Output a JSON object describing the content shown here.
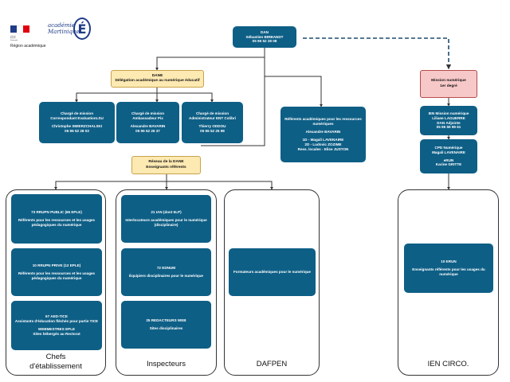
{
  "logo": {
    "gov_lines": [
      "Liberté",
      "Égalité",
      "Fraternité"
    ],
    "academie_line1": "académie",
    "academie_line2": "Martinique",
    "region": "Région académique",
    "colors": {
      "blue": "#1f3c88",
      "red": "#e1000f"
    }
  },
  "top": {
    "title": "DAN",
    "name": "Sébastien BIRBANDT",
    "phone": "05 96 52 28 08"
  },
  "dane": {
    "title": "DANE",
    "subtitle": "Délégation académique au numérique éducatif"
  },
  "mission": {
    "title": "Mission numérique",
    "subtitle": "1er degré"
  },
  "charges": [
    {
      "title": "Chargé de mission",
      "role": "Correspondant EvaluationLSU",
      "name": "Christophe SMIERZCHALSKI",
      "phone": "05 96 52 28 03"
    },
    {
      "title": "Chargé de mission",
      "role": "Ambassadeur Pix",
      "name": "Alexandre BAVARIN",
      "phone": "05 96 52 26 37"
    },
    {
      "title": "Chargé de mission",
      "role": "Administrateur ENT Colibri",
      "name": "Thierry ODDOU",
      "phone": "05 96 52 25 98"
    }
  ],
  "referents": {
    "title": "Référents académiques pour les ressources numériques",
    "name": "Alexandre BAVARIN",
    "line1": "1D - Magali LAVENAIRE",
    "line2": "2D - Ludovic ZOZIME",
    "line3": "Ress. locales - Elise JUSTON"
  },
  "ien_mission": {
    "title": "IEN Mission numérique",
    "name": "Liliane LAGUERRE",
    "role": "DAN Adjointe",
    "phone": "05 96 59 99 61"
  },
  "cpd": {
    "title": "CPD Numérique",
    "name": "Magali LAVENAIRE",
    "role": "eRUN",
    "name2": "Karine GRITTE"
  },
  "reseau": {
    "title": "Réseau de la DANE",
    "subtitle": "Enseignants référents"
  },
  "chefs": {
    "label1": "Chefs",
    "label2": "d'établissement",
    "box1": {
      "title": "73 RRUPN PUBLIC (66 EPLE)",
      "desc": "Référents pour les ressources et les usages pédagogiques du numérique"
    },
    "box2": {
      "title": "10 RRUPN PRIVE (12 EPLE)",
      "desc": "Référents pour les ressources et les usages pédagogiques du numérique"
    },
    "box3": {
      "title": "67 AED-TICE",
      "desc": "Assistants d'éducation fléchés pour partie TICE",
      "title2": "WEBMESTRES EPLE",
      "desc2": "Sites hébergés au Rectorat"
    }
  },
  "inspecteurs": {
    "label": "Inspecteurs",
    "box1": {
      "title": "21 IAN (dont 6LP)",
      "desc": "Interlocuteurs académiques pour le numérique (disciplinaire)"
    },
    "box2": {
      "title": "72 EDNUM",
      "desc": "Équipiers disciplinaires pour le numérique"
    },
    "box3": {
      "title": "25 REDACTEURS WEB",
      "desc": "Sites disciplinaires"
    }
  },
  "dafpen": {
    "label": "DAFPEN",
    "box": {
      "desc": "Formateurs académiques pour le numérique"
    }
  },
  "ien": {
    "label": "IEN CIRCO.",
    "box": {
      "title": "10 ERUN",
      "desc": "Enseignants référents pour les usages du numérique"
    }
  }
}
